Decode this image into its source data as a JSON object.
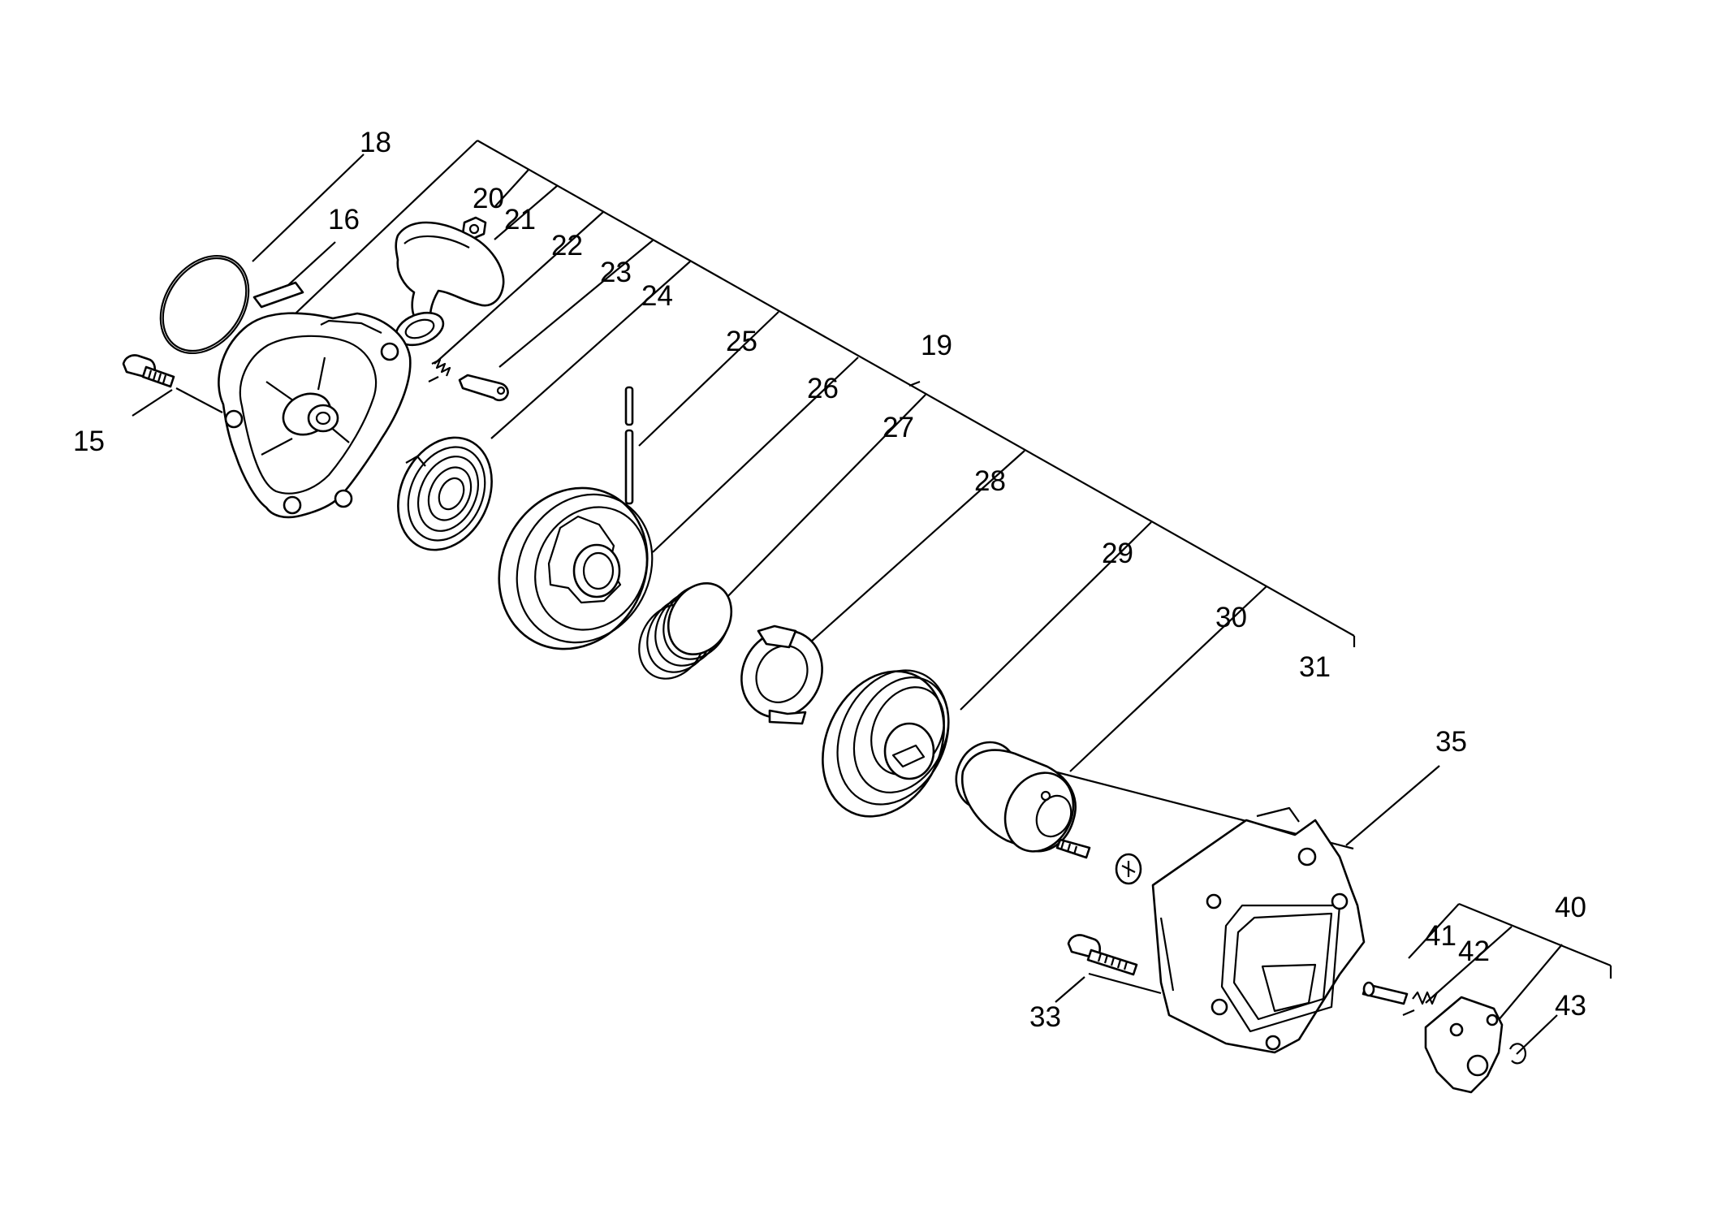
{
  "diagram": {
    "labels": {
      "l15": "15",
      "l16": "16",
      "l18": "18",
      "l19": "19",
      "l20": "20",
      "l21": "21",
      "l22": "22",
      "l23": "23",
      "l24": "24",
      "l25": "25",
      "l26": "26",
      "l27": "27",
      "l28": "28",
      "l29": "29",
      "l30": "30",
      "l31": "31",
      "l33": "33",
      "l35": "35",
      "l40": "40",
      "l41": "41",
      "l42": "42",
      "l43": "43"
    }
  }
}
